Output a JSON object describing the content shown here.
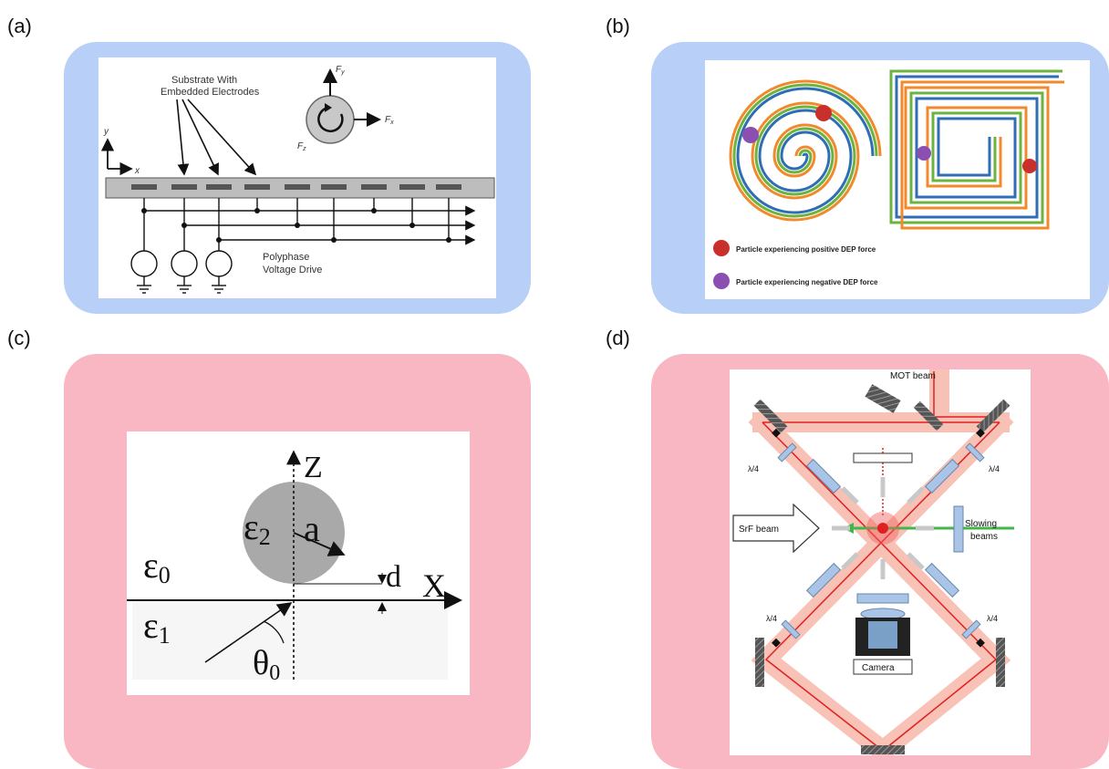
{
  "panels": {
    "a": {
      "label": "(a)",
      "substrate_label_1": "Substrate With",
      "substrate_label_2": "Embedded Electrodes",
      "fy": "F",
      "fy_sub": "y",
      "fx": "F",
      "fx_sub": "x",
      "fz": "F",
      "fz_sub": "z",
      "axis_y": "y",
      "axis_x": "x",
      "drive_1": "Polyphase",
      "drive_2": "Voltage Drive"
    },
    "b": {
      "label": "(b)",
      "legend_positive": "Particle experiencing positive DEP force",
      "legend_negative": "Particle experiencing negative DEP force",
      "colors": {
        "orange": "#f08a2c",
        "green": "#6cb33f",
        "blue": "#2f6db5",
        "red": "#c9302c",
        "purple": "#8a4fb0"
      }
    },
    "c": {
      "label": "(c)",
      "axis_z": "Z",
      "axis_x": "X",
      "eps0": "ε",
      "eps0_sub": "0",
      "eps1": "ε",
      "eps1_sub": "1",
      "eps2": "ε",
      "eps2_sub": "2",
      "radius": "a",
      "distance": "d",
      "theta": "θ",
      "theta_sub": "0"
    },
    "d": {
      "label": "(d)",
      "mot_beam": "MOT beam",
      "srf_beam": "SrF beam",
      "slowing_1": "Slowing",
      "slowing_2": "beams",
      "camera": "Camera",
      "qwp": "λ/4"
    }
  }
}
